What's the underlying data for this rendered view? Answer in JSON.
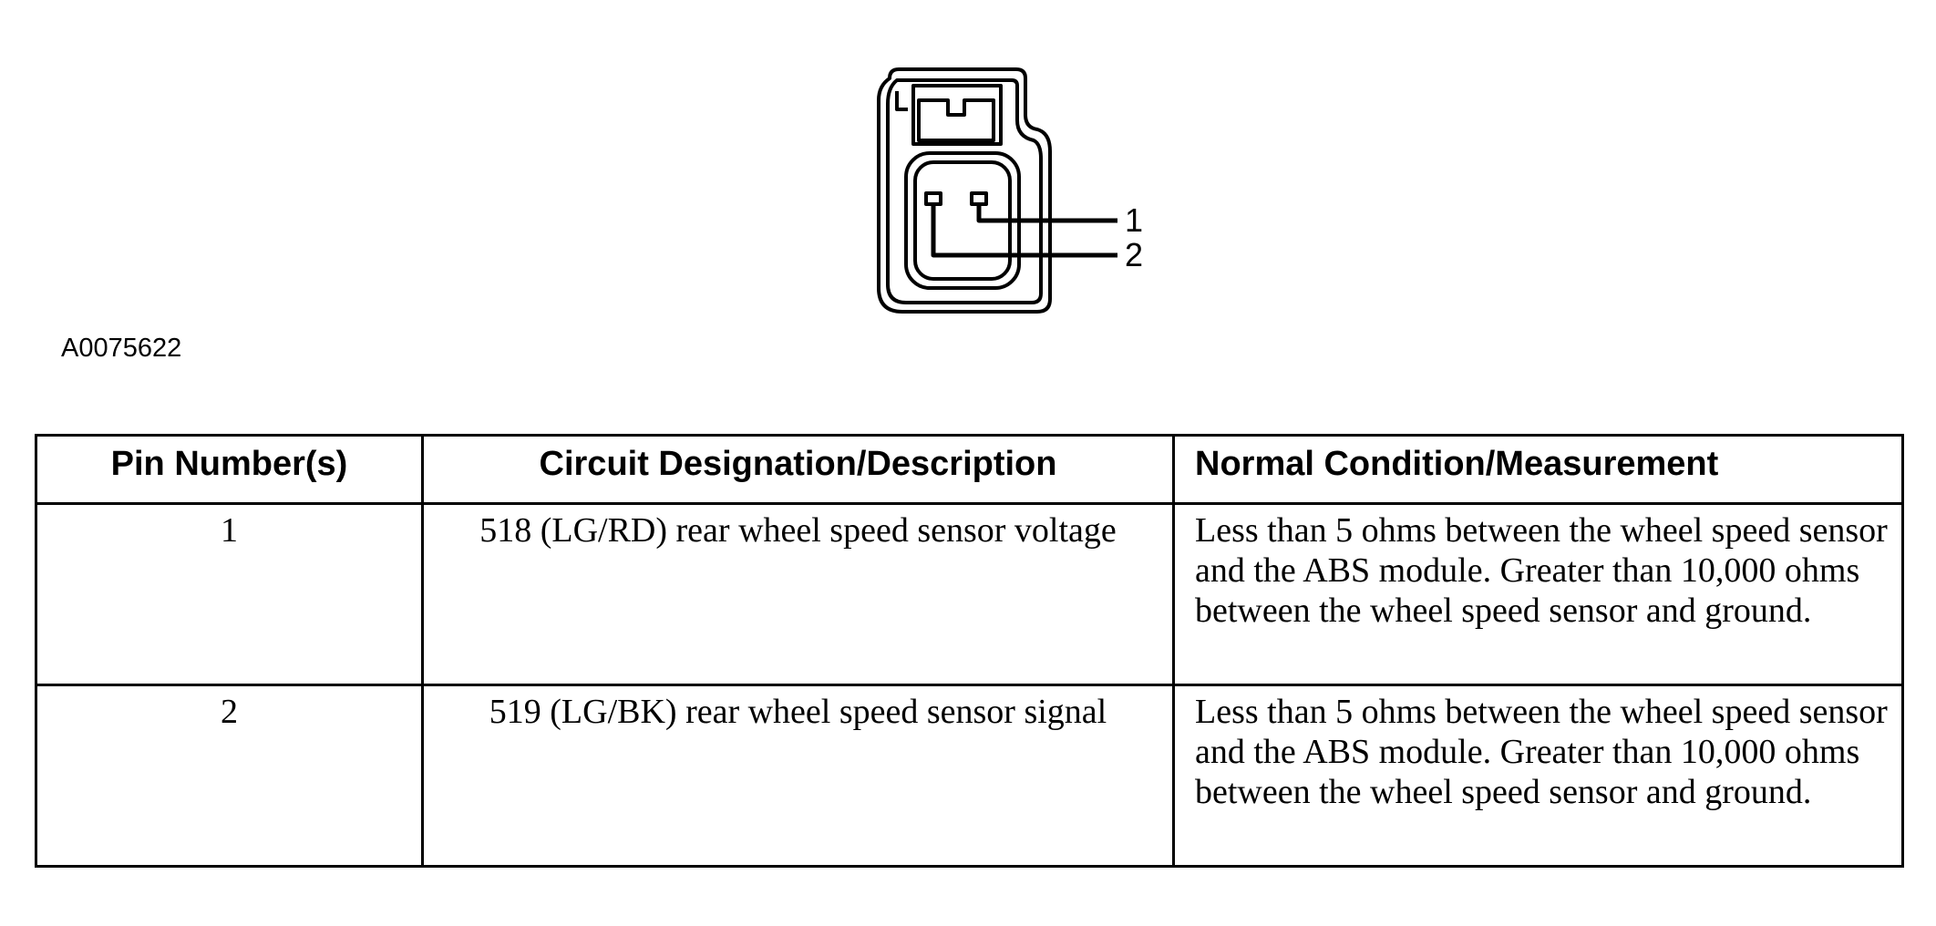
{
  "diagram": {
    "pin_labels": [
      "1",
      "2"
    ]
  },
  "image_id": "A0075622",
  "table": {
    "headers": [
      "Pin Number(s)",
      "Circuit Designation/Description",
      "Normal Condition/Measurement"
    ],
    "rows": [
      {
        "pin": "1",
        "circuit": "518 (LG/RD) rear wheel speed sensor voltage",
        "measurement": "Less than 5 ohms between the wheel speed sensor and the ABS module. Greater than 10,000 ohms between the wheel speed sensor and ground."
      },
      {
        "pin": "2",
        "circuit": "519 (LG/BK) rear wheel speed sensor signal",
        "measurement": "Less than 5 ohms between the wheel speed sensor and the ABS module. Greater than 10,000 ohms between the wheel speed sensor and ground."
      }
    ]
  }
}
